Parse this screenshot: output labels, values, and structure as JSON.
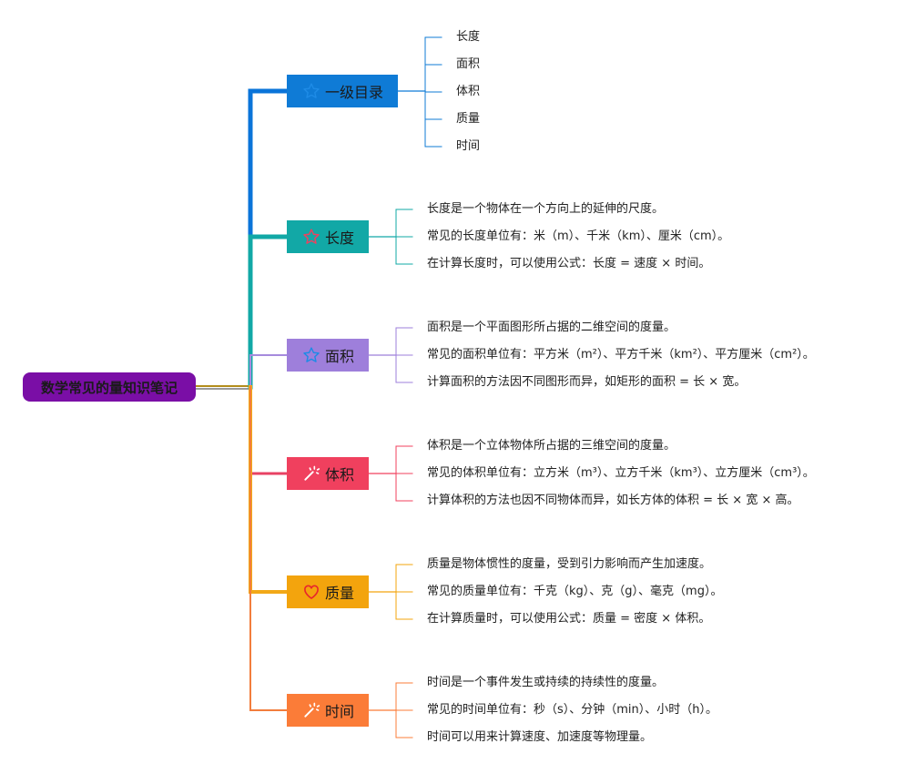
{
  "root": {
    "title": "数学常见的量知识笔记",
    "color": "#7a0ea6"
  },
  "branches": [
    {
      "id": "toc",
      "label": "一级目录",
      "color": "#0f7bd6",
      "bar": "#0a74d9",
      "icon": "star-outline-icon",
      "items": [
        "长度",
        "面积",
        "体积",
        "质量",
        "时间"
      ]
    },
    {
      "id": "length",
      "label": "长度",
      "color": "#12a8a6",
      "bar": "#12a8a6",
      "icon": "star-outline-icon",
      "items": [
        "长度是一个物体在一个方向上的延伸的尺度。",
        "常见的长度单位有：米（m）、千米（km）、厘米（cm）。",
        "在计算长度时，可以使用公式：长度 = 速度 × 时间。"
      ]
    },
    {
      "id": "area",
      "label": "面积",
      "color": "#9e7fdb",
      "bar": "#a68bdd",
      "icon": "star-outline-icon",
      "items": [
        "面积是一个平面图形所占据的二维空间的度量。",
        "常见的面积单位有：平方米（m²）、平方千米（km²）、平方厘米（cm²）。",
        "计算面积的方法因不同图形而异，如矩形的面积 = 长 × 宽。"
      ]
    },
    {
      "id": "volume",
      "label": "体积",
      "color": "#f0405e",
      "bar": "#e84263",
      "icon": "magic-wand-icon",
      "items": [
        "体积是一个立体物体所占据的三维空间的度量。",
        "常见的体积单位有：立方米（m³）、立方千米（km³）、立方厘米（cm³）。",
        "计算体积的方法也因不同物体而异，如长方体的体积 = 长 × 宽 × 高。"
      ]
    },
    {
      "id": "mass",
      "label": "质量",
      "color": "#f3a40d",
      "bar": "#f2a818",
      "icon": "heart-outline-icon",
      "items": [
        "质量是物体惯性的度量，受到引力影响而产生加速度。",
        "常见的质量单位有：千克（kg）、克（g）、毫克（mg）。",
        "在计算质量时，可以使用公式：质量 = 密度 × 体积。"
      ]
    },
    {
      "id": "time",
      "label": "时间",
      "color": "#fb7c38",
      "bar": "#f27d3d",
      "icon": "magic-wand-icon",
      "items": [
        "时间是一个事件发生或持续的持续性的度量。",
        "常见的时间单位有：秒（s）、分钟（min）、小时（h）。",
        "时间可以用来计算速度、加速度等物理量。"
      ]
    }
  ]
}
